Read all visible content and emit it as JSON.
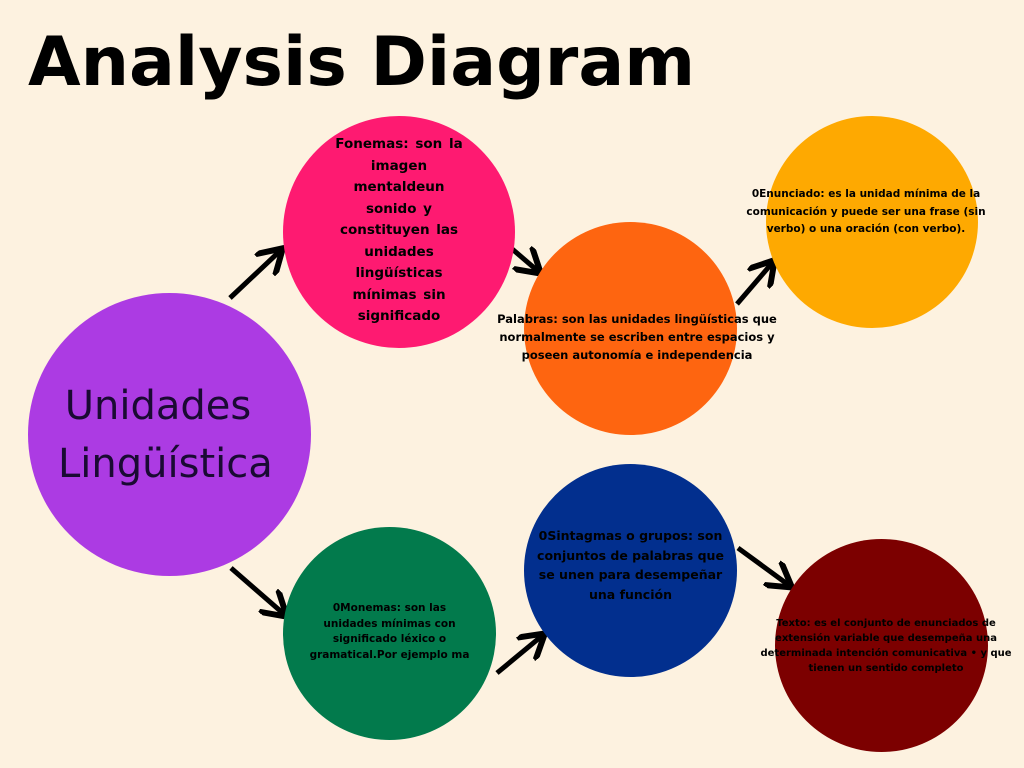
{
  "title": "Analysis Diagram",
  "nodes": {
    "main": {
      "label": "Unidades Lingüística",
      "color": "#ac3be3"
    },
    "fonemas": {
      "text": "Fonemas:  son la  imagen mentaldeun sonido  y constituyen las unidades lingüísticas mínimas  sin significado",
      "color": "#fe1a71"
    },
    "palabras": {
      "text": "Palabras:   son   las   unidades lingüísticas   que   normalmente   se escriben entre espacios y poseen autonomía e independencia",
      "color": "#fe6510"
    },
    "enunciado": {
      "text": "0Enunciado:  es  la unidad  mínima  de  la comunicación  y  puede  ser una frase (sin verbo) o una oración (con verbo).",
      "color": "#fea901"
    },
    "monemas": {
      "text": "0Monemas:  son  las  unidades mínimas  con  significado léxico  o gramatical.Por ejemplo ma",
      "color": "#027a4c"
    },
    "sintagmas": {
      "text": "0Sintagmas o grupos: son conjuntos de palabras que se unen para desempeñar una función",
      "color": "#022f8e"
    },
    "texto": {
      "text": "Texto:  es  el  conjunto  de  enunciados  de  extensión  variable  que desempeña  una  determinada  intención  comunicativa  •        y  que  tienen un sentido completo",
      "color": "#7c0000"
    }
  },
  "arrow_color": "#000000"
}
